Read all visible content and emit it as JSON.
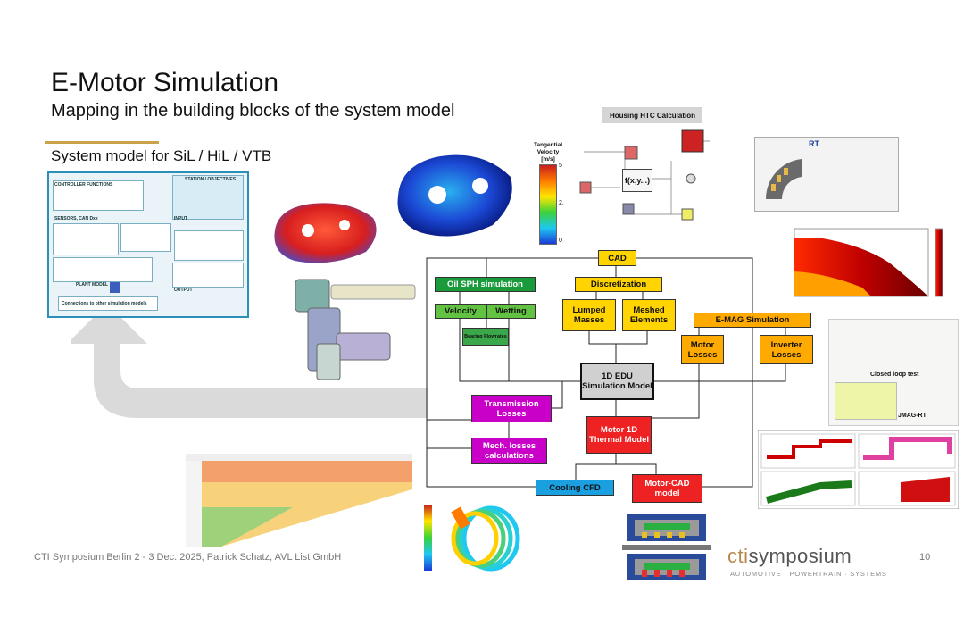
{
  "slide": {
    "title": "E-Motor Simulation",
    "subtitle": "Mapping in the building blocks of the system model",
    "section": "System model for SiL / HiL / VTB",
    "footer": "CTI Symposium Berlin 2 - 3 Dec. 2025, Patrick Schatz, AVL List GmbH",
    "page_number": "10"
  },
  "logo": {
    "brand_a": "cti",
    "brand_b": "symposium",
    "tagline": "AUTOMOTIVE · POWERTRAIN · SYSTEMS"
  },
  "system_model": {
    "blocks": [
      "CONTROLLER FUNCTIONS",
      "SENSORS, CAN Dxx",
      "PLANT MODEL",
      "INPUT",
      "OUTPUT",
      "STATION / OBJECTIVES"
    ],
    "footer": "Connections to other simulation models"
  },
  "htc": {
    "title": "Housing HTC Calculation",
    "colorbar_label": "Tangential Velocity [m/s]",
    "colorbar_max": "5",
    "colorbar_mid": "2.",
    "colorbar_min": "0",
    "function_label": "f(x,y...)"
  },
  "rt_label": "RT",
  "screens": {
    "closed_loop": "Closed loop test",
    "jmag": "JMAG-RT"
  },
  "flow": {
    "cad": "CAD",
    "oil_sph": "Oil SPH simulation",
    "velocity": "Velocity",
    "wetting": "Wetting",
    "bearing": "Bearing Flowrates",
    "discretization": "Discretization",
    "lumped": "Lumped Masses",
    "meshed": "Meshed Elements",
    "emag": "E-MAG Simulation",
    "motor_losses": "Motor Losses",
    "inverter_losses": "Inverter Losses",
    "edu": "1D EDU Simulation Model",
    "transmission": "Transmission Losses",
    "motor_thermal": "Motor 1D Thermal Model",
    "mech_losses": "Mech. losses calculations",
    "cooling_cfd": "Cooling CFD",
    "motor_cad": "Motor-CAD model"
  },
  "colors": {
    "accent_gold": "#c9a24a",
    "system_border": "#2a90b8",
    "arrow_grey": "#d9d9d9"
  }
}
